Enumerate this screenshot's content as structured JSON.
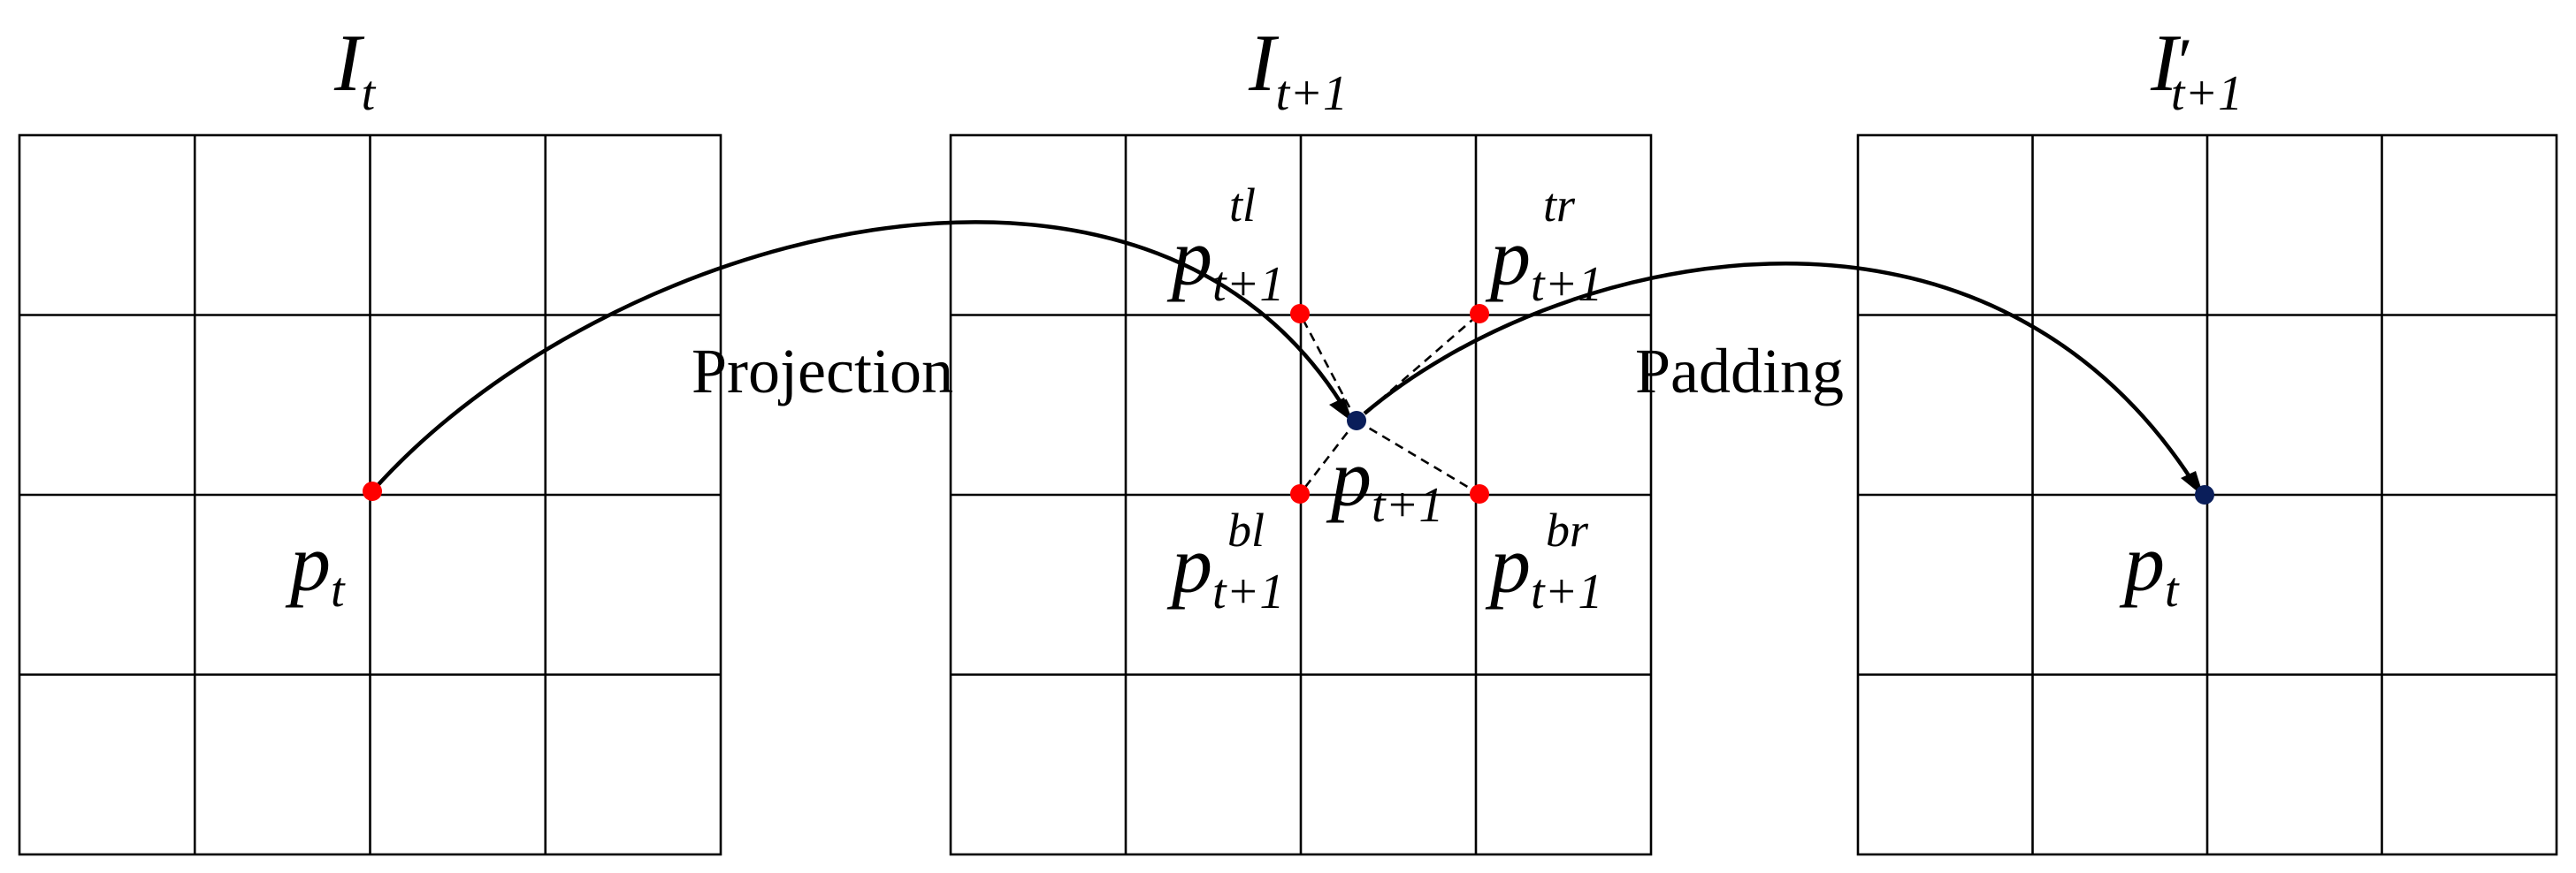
{
  "grids": [
    {
      "id": "grid-left",
      "rows": 4,
      "cols": 4,
      "title": {
        "base": "I",
        "sub": "t",
        "prime": ""
      }
    },
    {
      "id": "grid-middle",
      "rows": 4,
      "cols": 4,
      "title": {
        "base": "I",
        "sub": "t+1",
        "prime": ""
      }
    },
    {
      "id": "grid-right",
      "rows": 4,
      "cols": 4,
      "title": {
        "base": "I",
        "sub": "t+1",
        "prime": "′"
      }
    }
  ],
  "arrows": {
    "projection": "Projection",
    "padding": "Padding"
  },
  "points": {
    "left_pt": {
      "base": "p",
      "sub": "t"
    },
    "mid_center": {
      "base": "p",
      "sub": "t+1"
    },
    "mid_tl": {
      "base": "p",
      "sub": "t+1",
      "sup": "tl"
    },
    "mid_tr": {
      "base": "p",
      "sub": "t+1",
      "sup": "tr"
    },
    "mid_bl": {
      "base": "p",
      "sub": "t+1",
      "sup": "bl"
    },
    "mid_br": {
      "base": "p",
      "sub": "t+1",
      "sup": "br"
    },
    "right_pt": {
      "base": "p",
      "sub": "t"
    }
  },
  "colors": {
    "corner_point": "#ff0000",
    "projected_point": "#0a1e5a",
    "line": "#000000"
  }
}
